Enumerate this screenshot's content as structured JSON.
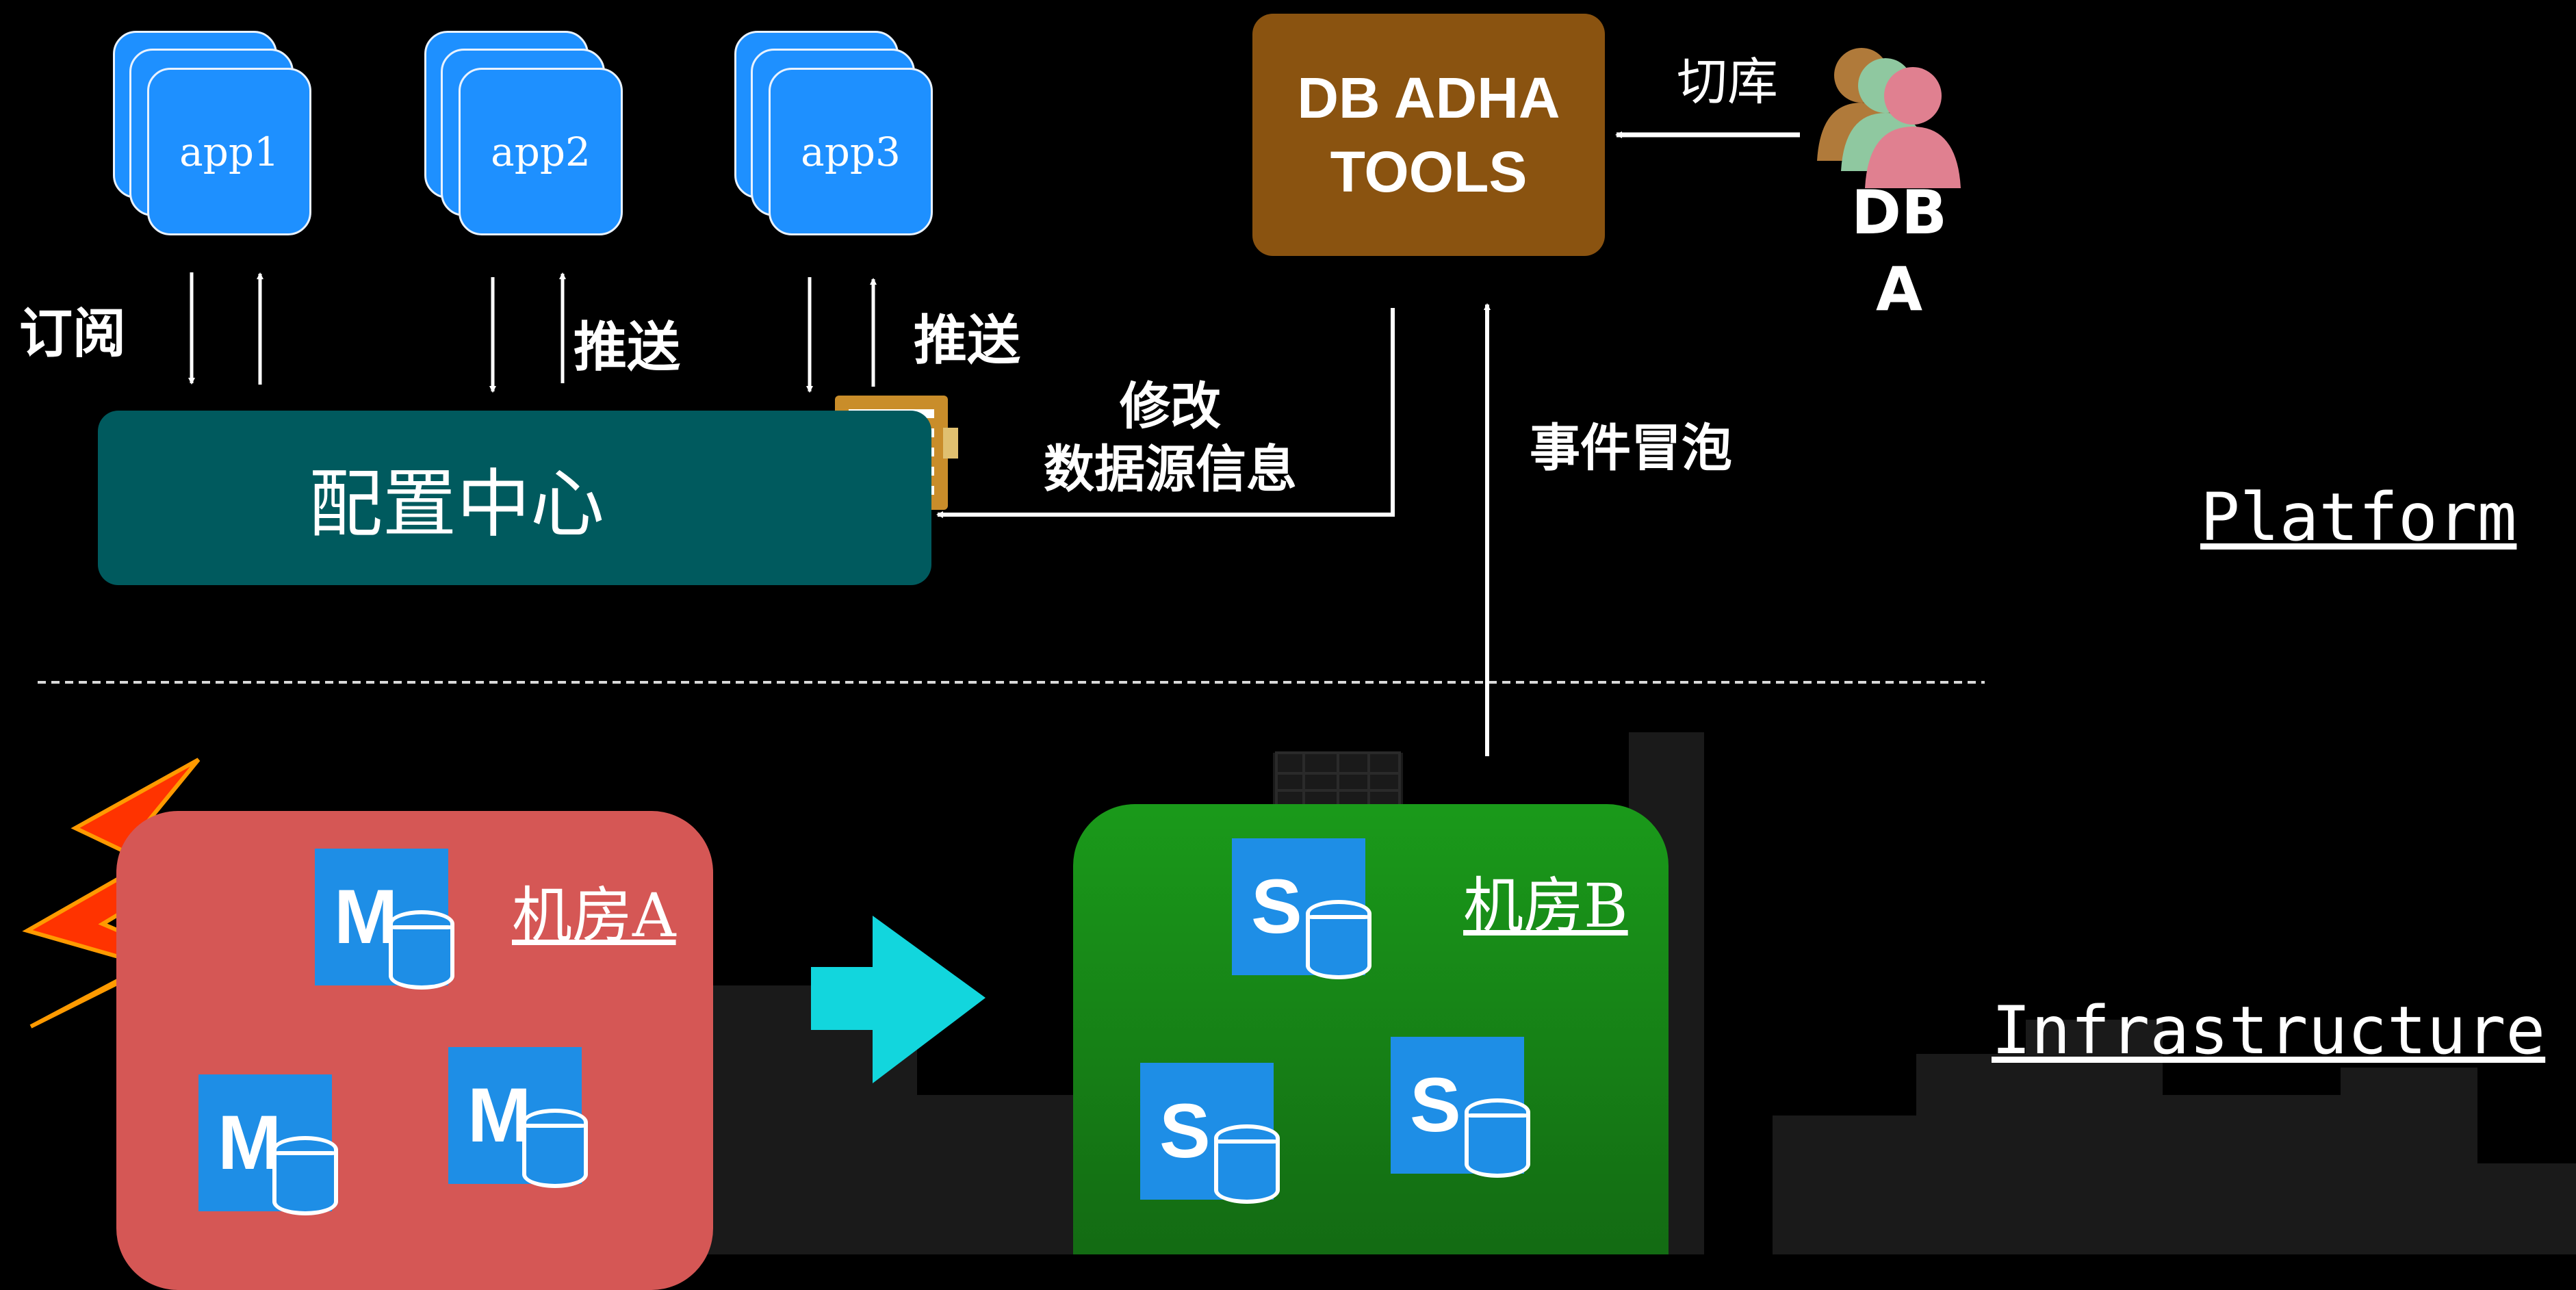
{
  "apps": [
    {
      "label": "app1"
    },
    {
      "label": "app2"
    },
    {
      "label": "app3"
    }
  ],
  "labels": {
    "subscribe": "订阅",
    "push1": "推送",
    "push2": "推送",
    "modify_line1": "修改",
    "modify_line2": "数据源信息",
    "event_bubble": "事件冒泡",
    "switch_db": "切库",
    "dba_line1": "DB",
    "dba_line2": "A"
  },
  "config_center": {
    "label": "配置中心"
  },
  "db_tools": {
    "line1": "DB ADHA",
    "line2": "TOOLS"
  },
  "layers": {
    "platform": "Platform",
    "infrastructure": "Infrastructure"
  },
  "room_a": {
    "title": "机房A",
    "nodes": [
      {
        "letter": "M"
      },
      {
        "letter": "M"
      },
      {
        "letter": "M"
      }
    ]
  },
  "room_b": {
    "title": "机房B",
    "nodes": [
      {
        "letter": "S"
      },
      {
        "letter": "S"
      },
      {
        "letter": "S"
      }
    ]
  },
  "colors": {
    "app": "#1e90ff",
    "config_center": "#005a5e",
    "db_tools": "#8a5310",
    "room_a": "#d55755",
    "room_b": "#1a9a1a",
    "failover_arrow": "#12d6dd",
    "lightning": "#ff3300",
    "db_node": "#1e8ee6"
  }
}
